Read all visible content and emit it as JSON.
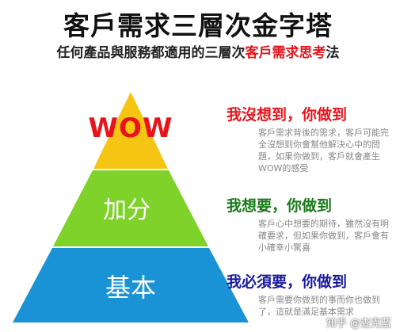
{
  "header": {
    "title": "客戶需求三層次金字塔",
    "subtitle_prefix": "任何產品與服務都適用的三層次",
    "subtitle_highlight": "客戶需求思",
    "subtitle_highlight2": "考",
    "subtitle_suffix": "法"
  },
  "pyramid": {
    "top_label": "WOW",
    "middle_label": "加分",
    "bottom_label": "基本",
    "colors": {
      "top": "#f6c514",
      "middle": "#7fd22a",
      "bottom": "#1a93d6"
    }
  },
  "levels": [
    {
      "heading": "我沒想到，你做到",
      "description": "客戶需求背後的需求，客戶可能完全沒想到你會幫他解決心中的問題，如果你做到，客戶就會產生WOW的感受"
    },
    {
      "heading": "我想要，你做到",
      "description": "客戶心中想要的期待，雖然沒有明確要求，但如果你做到，客戶會有小確幸小驚喜"
    },
    {
      "heading": "我必須要，你做到",
      "description": "客戶需要你做到的事而你也做到了，這就是滿足基本需求"
    }
  ],
  "watermark": "知乎 @查克藍"
}
